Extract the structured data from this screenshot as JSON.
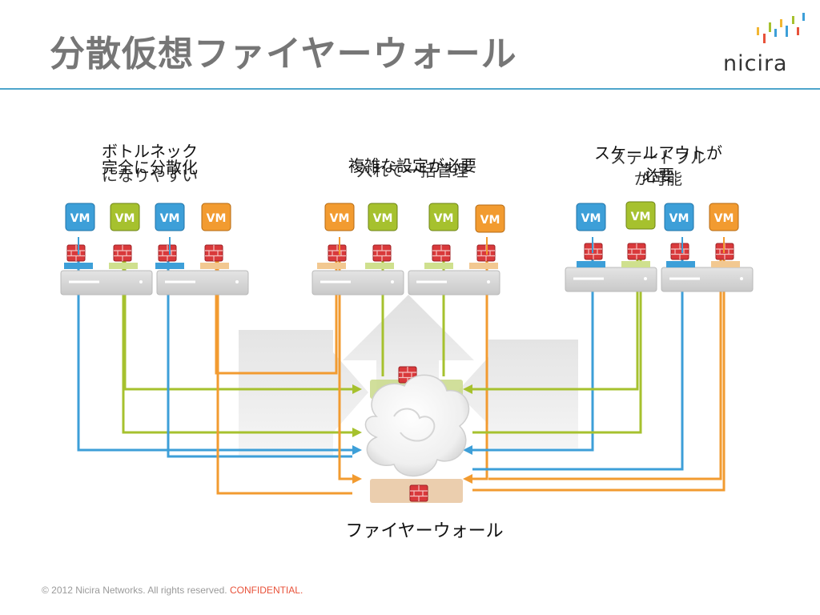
{
  "slide": {
    "title": "分散仮想ファイヤーウォール",
    "logo_text": "nicira",
    "footer": {
      "copyright": "© 2012 Nicira Networks. All rights reserved.",
      "confidential": "CONFIDENTIAL."
    }
  },
  "groups": [
    {
      "caption_a": "ボトルネック",
      "caption_b": "完全に分散化",
      "caption_c": "になりやすい",
      "vms": [
        "VM",
        "VM",
        "VM",
        "VM"
      ]
    },
    {
      "caption_a": "複雑な設定が必要",
      "caption_b": "入れて一括管理",
      "vms": [
        "VM",
        "VM",
        "VM",
        "VM"
      ]
    },
    {
      "caption_a": "スケールアウトが",
      "caption_b": "ステートフル",
      "caption_c": "必要",
      "caption_d": "が可能",
      "vms": [
        "VM",
        "VM",
        "VM",
        "VM"
      ]
    }
  ],
  "firewall_label": "ファイヤーウォール",
  "colors": {
    "blue": "#3d9fd8",
    "green": "#a6c12e",
    "orange": "#f29b30",
    "rule": "#4ea5cc",
    "brick": "#d9393b",
    "logo_yellow": "#f2b632",
    "logo_blue": "#3d9fd8",
    "logo_green": "#a6c12e",
    "logo_red": "#e8523a"
  }
}
